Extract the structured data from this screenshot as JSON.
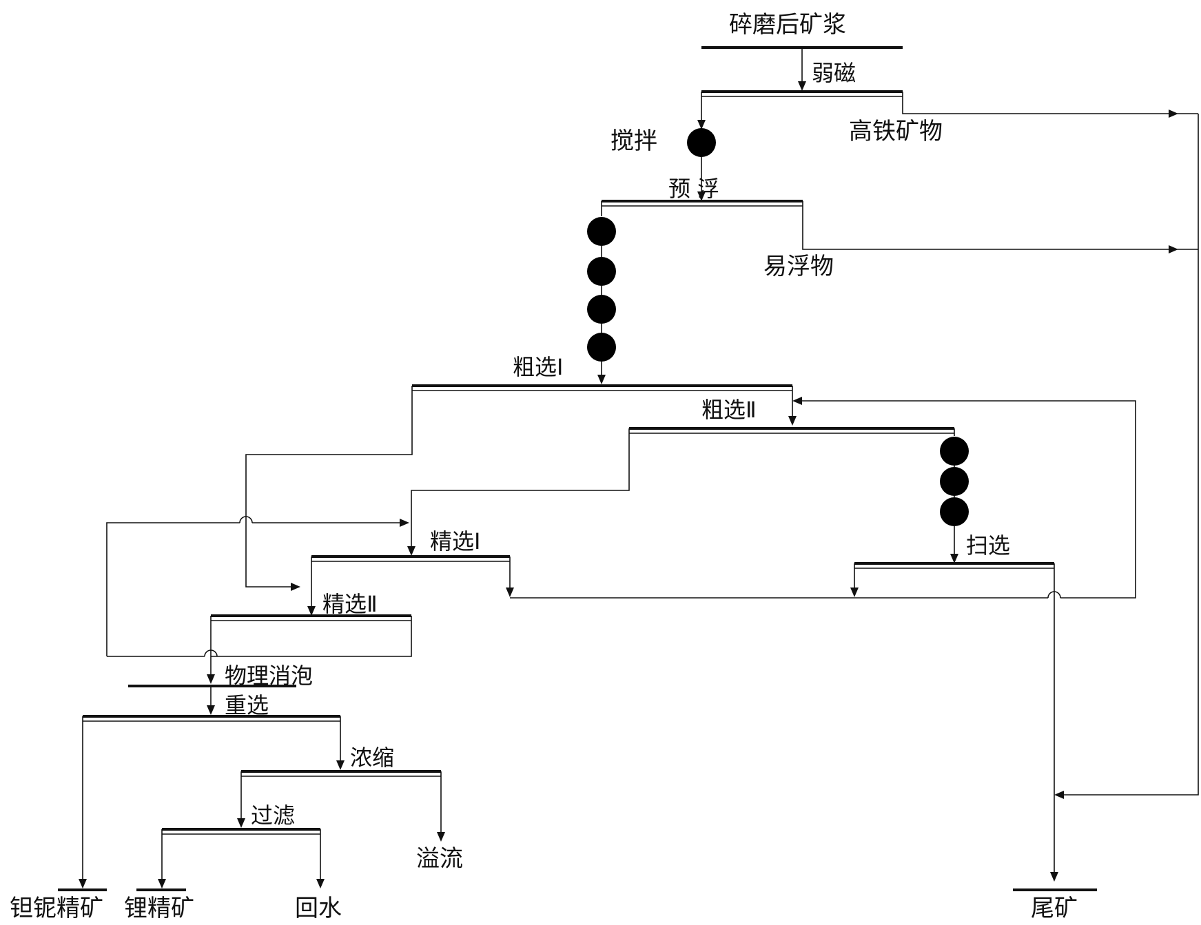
{
  "diagram": {
    "input": "碎磨后矿浆",
    "magnetic": "弱磁",
    "high_iron": "高铁矿物",
    "stir": "搅拌",
    "pre_float": "预 浮",
    "easy_float": "易浮物",
    "rougher1": "粗选Ⅰ",
    "rougher2": "粗选Ⅱ",
    "cleaner1": "精选Ⅰ",
    "cleaner2": "精选Ⅱ",
    "scavenger": "扫选",
    "defoam": "物理消泡",
    "gravity": "重选",
    "thicken": "浓缩",
    "filter": "过滤",
    "overflow": "溢流",
    "ta_nb_concentrate": "钽铌精矿",
    "li_concentrate": "锂精矿",
    "return_water": "回水",
    "tailings": "尾矿"
  }
}
